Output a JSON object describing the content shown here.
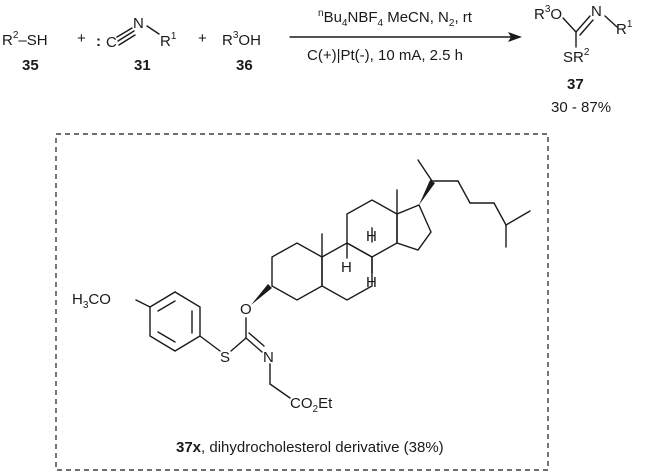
{
  "colors": {
    "thiol": "#f0880a",
    "alcohol": "#8c8434",
    "ink": "#1a1a1a"
  },
  "reaction": {
    "reagent_1": {
      "r": "R",
      "r_sup": "2",
      "suffix": "–SH",
      "number": "35"
    },
    "plus": "+",
    "reagent_2": {
      "lone_pair": ":",
      "c": "C",
      "n": "N",
      "r": "R",
      "r_sup": "1",
      "number": "31"
    },
    "reagent_3": {
      "r": "R",
      "r_sup": "3",
      "suffix": "OH",
      "number": "36"
    },
    "conditions_top": {
      "prefix": "n",
      "salt_a": "Bu",
      "salt_a_sub": "4",
      "salt_b": "NBF",
      "salt_b_sub": "4",
      "solvent": " MeCN, N",
      "n2_sub": "2",
      "temp": ", rt"
    },
    "conditions_bottom": "C(+)|Pt(-), 10 mA, 2.5 h",
    "product": {
      "r3": "R",
      "r3_sup": "3",
      "o": "O",
      "n": "N",
      "r1": "R",
      "r1_sup": "1",
      "sr": "SR",
      "sr_sup": "2",
      "number": "37",
      "yield": "30 - 87%"
    }
  },
  "example": {
    "h3co": "H",
    "h3co_sub": "3",
    "h3co_rest": "CO",
    "o": "O",
    "s": "S",
    "n": "N",
    "h": "H",
    "ester": "CO",
    "ester_sub": "2",
    "ester_rest": "Et",
    "caption_number": "37x",
    "caption_text": ", dihydrocholesterol derivative (38%)"
  }
}
